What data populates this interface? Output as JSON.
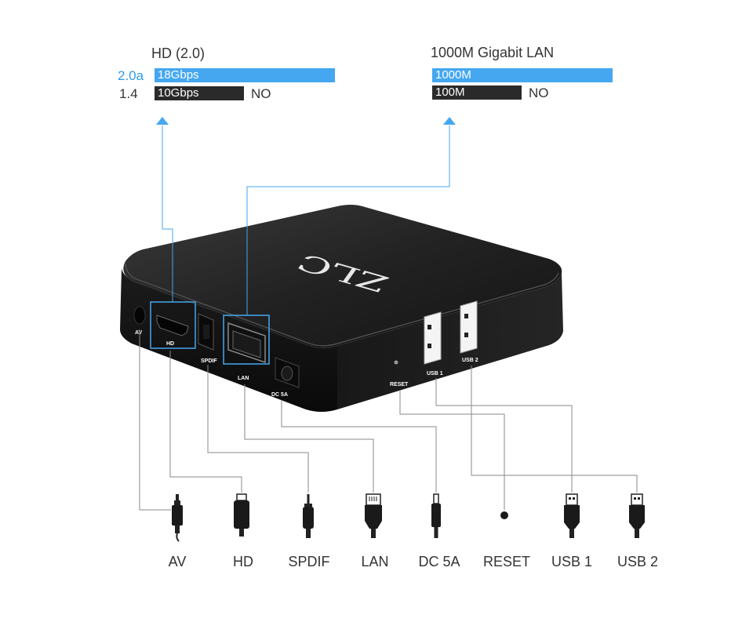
{
  "hd_spec": {
    "title": "HD (2.0)",
    "rows": [
      {
        "version": "2.0a",
        "speed": "18Gbps",
        "note": ""
      },
      {
        "version": "1.4",
        "speed": "10Gbps",
        "note": "NO"
      }
    ]
  },
  "lan_spec": {
    "title": "1000M Gigabit LAN",
    "rows": [
      {
        "speed": "1000M",
        "note": ""
      },
      {
        "speed": "100M",
        "note": "NO"
      }
    ]
  },
  "device": {
    "logo": "ZLC",
    "port_labels": {
      "av": "AV",
      "hd": "HD",
      "spdif": "SPDIF",
      "lan": "LAN",
      "dc": "DC 5A",
      "reset": "RESET",
      "usb1": "USB 1",
      "usb2": "USB 2"
    }
  },
  "connectors": [
    {
      "label": "AV",
      "icon": "rca-plug-icon"
    },
    {
      "label": "HD",
      "icon": "hdmi-plug-icon"
    },
    {
      "label": "SPDIF",
      "icon": "optical-plug-icon"
    },
    {
      "label": "LAN",
      "icon": "ethernet-plug-icon"
    },
    {
      "label": "DC 5A",
      "icon": "dc-plug-icon"
    },
    {
      "label": "RESET",
      "icon": "reset-dot-icon"
    },
    {
      "label": "USB 1",
      "icon": "usb-plug-icon"
    },
    {
      "label": "USB 2",
      "icon": "usb-plug-icon"
    }
  ],
  "colors": {
    "accent": "#44a7f0",
    "dark_bar": "#2a2a2a",
    "callout_line": "#44a7f0",
    "line": "#888888"
  }
}
